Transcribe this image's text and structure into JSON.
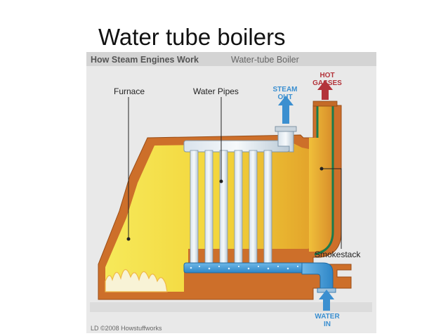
{
  "slide": {
    "title": "Water tube boilers"
  },
  "figure": {
    "header_bold": "How Steam Engines Work",
    "header_sub": "Water-tube Boiler",
    "labels": {
      "furnace": "Furnace",
      "water_pipes": "Water Pipes",
      "steam_out_1": "STEAM",
      "steam_out_2": "OUT",
      "hot_gasses_1": "HOT",
      "hot_gasses_2": "GASSES",
      "smokestack": "Smokestack",
      "water_in_1": "WATER",
      "water_in_2": "IN"
    },
    "credit": "LD ©2008 Howstuffworks"
  },
  "colors": {
    "panel_bg": "#e9e9e9",
    "header_bg": "#d4d4d4",
    "boiler_shell": "#cd6f2a",
    "furnace_yellow": "#f5df3d",
    "furnace_yellow_dark": "#e9a92c",
    "pipe_blue": "#4aa0dc",
    "pipe_light": "#e8eef4",
    "steam_label": "#3b8fd0",
    "hot_label": "#b3333a",
    "smokestack_green": "#1a7b4d"
  }
}
